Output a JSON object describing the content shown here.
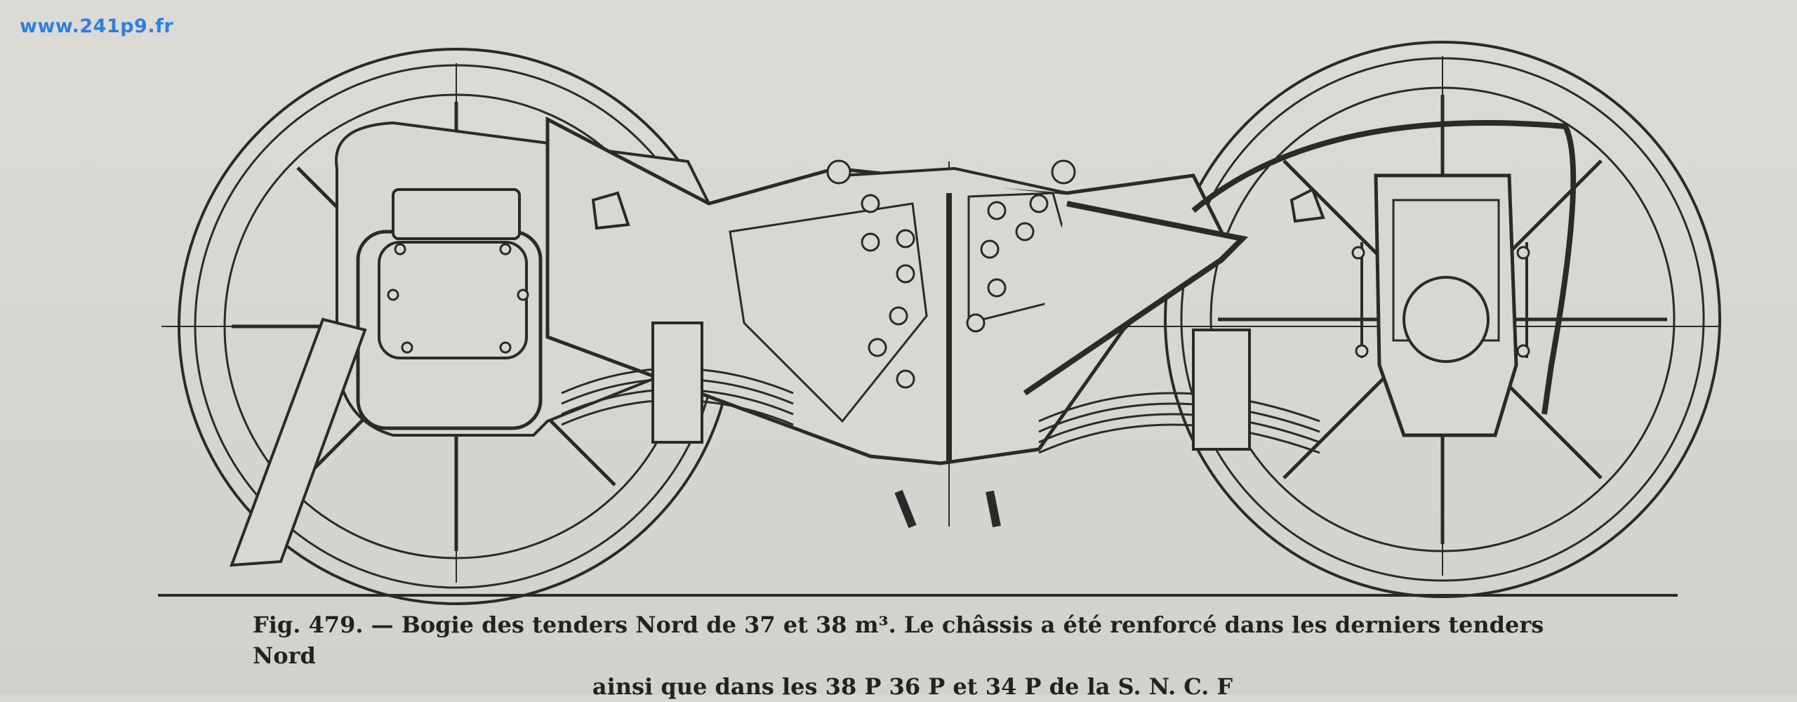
{
  "watermark": "www.241p9.fr",
  "caption": {
    "line1": "Fig. 479. — Bogie des tenders Nord de 37 et 38 m³. Le châssis a été renforcé dans les derniers tenders Nord",
    "line2": "ainsi que dans les 38 P 36 P et 34 P de la S. N. C. F"
  },
  "colors": {
    "ink": "#2a2a2a",
    "paper": "#d9d8d3",
    "watermark": "#2f7fe0"
  }
}
